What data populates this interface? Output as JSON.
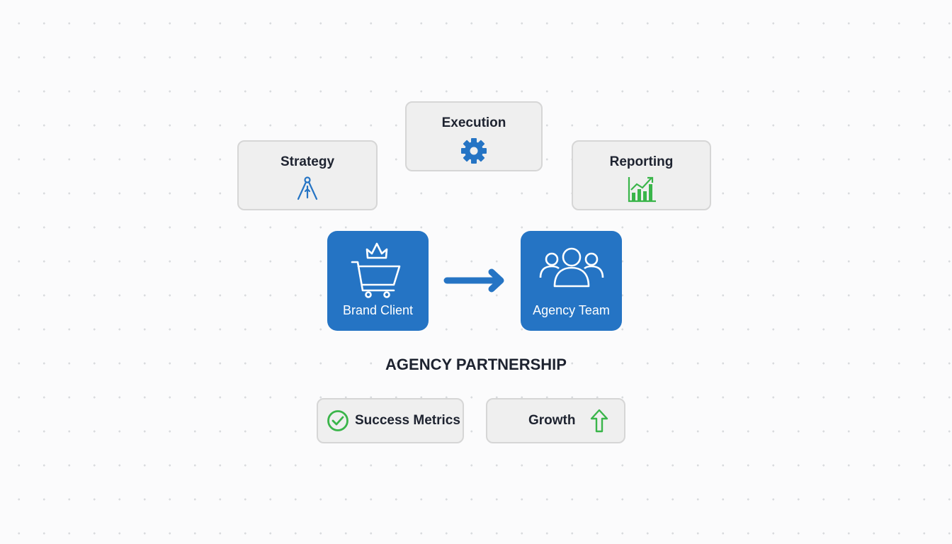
{
  "phases": {
    "strategy": {
      "label": "Strategy",
      "icon": "compass-icon"
    },
    "execution": {
      "label": "Execution",
      "icon": "gear-icon"
    },
    "reporting": {
      "label": "Reporting",
      "icon": "bar-chart-growth-icon"
    }
  },
  "parties": {
    "client": {
      "label": "Brand Client",
      "icon": "crowned-cart-icon"
    },
    "agency": {
      "label": "Agency Team",
      "icon": "team-icon"
    }
  },
  "title": "AGENCY PARTNERSHIP",
  "outcomes": {
    "success": {
      "label": "Success Metrics",
      "icon": "check-circle-icon"
    },
    "growth": {
      "label": "Growth",
      "icon": "arrow-up-icon"
    }
  },
  "colors": {
    "blue": "#2574c4",
    "green": "#3ab54a",
    "text": "#1e2330"
  }
}
